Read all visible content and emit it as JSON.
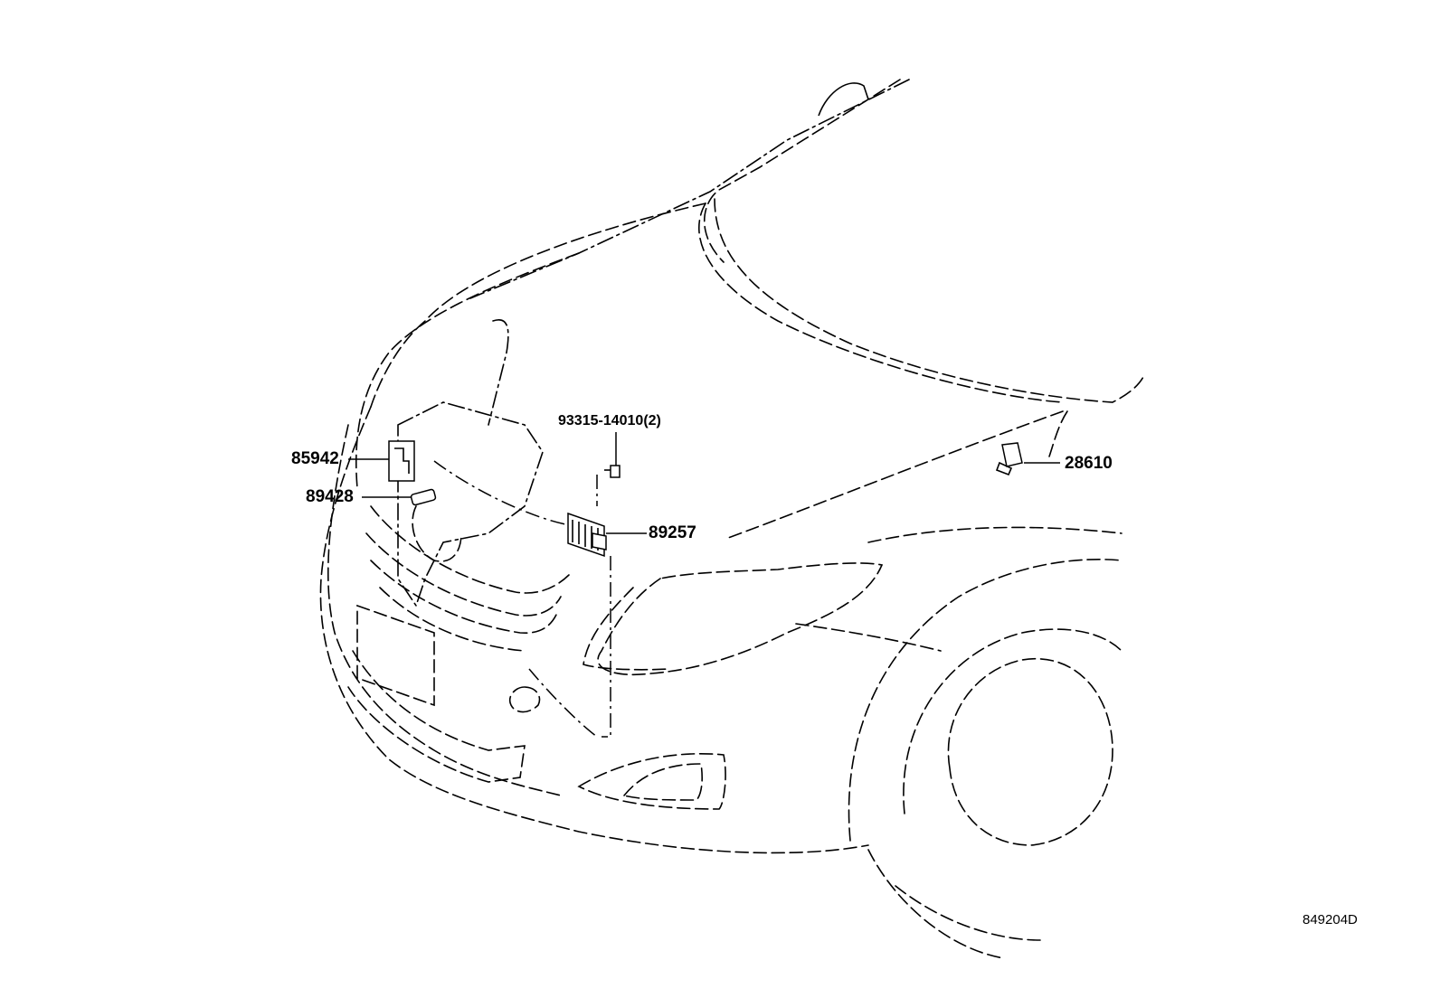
{
  "diagram": {
    "callouts": {
      "part_85942": "85942",
      "part_89428": "89428",
      "part_93315": "93315-14010(2)",
      "part_89257": "89257",
      "part_28610": "28610"
    },
    "reference_code": "849204D"
  }
}
